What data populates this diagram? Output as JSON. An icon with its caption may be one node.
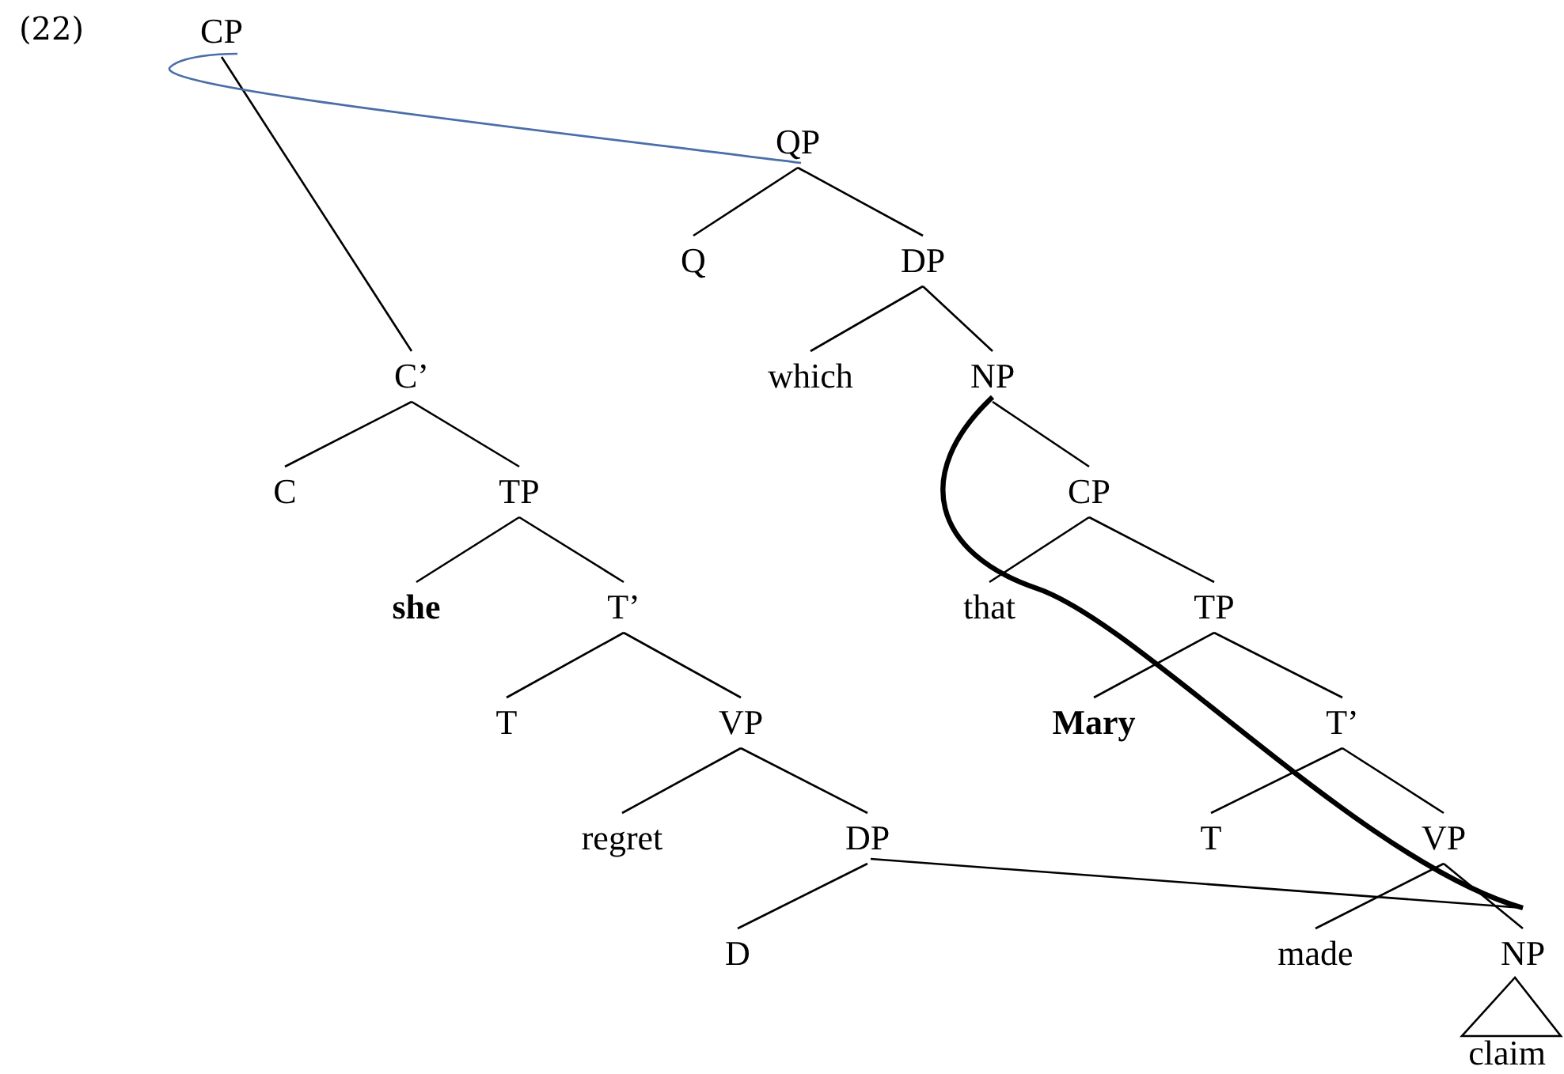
{
  "diagram": {
    "nodes": [
      {
        "text": [
          "CP"
        ]
      },
      {
        "text": [
          "QP"
        ]
      },
      {
        "text": [
          "Q"
        ]
      },
      {
        "text": [
          "DP"
        ]
      },
      {
        "text": [
          "which"
        ]
      },
      {
        "text": [
          "NP"
        ]
      },
      {
        "text": [
          "C’"
        ]
      },
      {
        "text": [
          "C"
        ]
      },
      {
        "text": [
          "TP"
        ]
      },
      {
        "text": [
          "she"
        ]
      },
      {
        "text": [
          "T’"
        ]
      },
      {
        "text": [
          "T"
        ]
      },
      {
        "text": [
          "VP"
        ]
      },
      {
        "text": [
          "regret"
        ]
      },
      {
        "text": [
          "DP"
        ]
      },
      {
        "text": [
          "D"
        ]
      },
      {
        "text": [
          "CP"
        ]
      },
      {
        "text": [
          "that"
        ]
      },
      {
        "text": [
          "TP"
        ]
      },
      {
        "text": [
          "Mary"
        ]
      },
      {
        "text": [
          "T’"
        ]
      },
      {
        "text": [
          "T"
        ]
      },
      {
        "text": [
          "VP"
        ]
      },
      {
        "text": [
          "made"
        ]
      },
      {
        "text": [
          "NP"
        ]
      },
      {
        "text": [
          "claim"
        ]
      }
    ],
    "edges": [
      {
        "from": 0,
        "to": 6,
        "arrow": "none"
      },
      {
        "from": 1,
        "to": 2,
        "arrow": "none"
      },
      {
        "from": 1,
        "to": 3,
        "arrow": "none"
      },
      {
        "from": 3,
        "to": 4,
        "arrow": "none"
      },
      {
        "from": 3,
        "to": 5,
        "arrow": "none"
      },
      {
        "from": 5,
        "to": 16,
        "arrow": "none"
      },
      {
        "from": 6,
        "to": 7,
        "arrow": "none"
      },
      {
        "from": 6,
        "to": 8,
        "arrow": "none"
      },
      {
        "from": 8,
        "to": 9,
        "arrow": "none"
      },
      {
        "from": 8,
        "to": 10,
        "arrow": "none"
      },
      {
        "from": 10,
        "to": 11,
        "arrow": "none"
      },
      {
        "from": 10,
        "to": 12,
        "arrow": "none"
      },
      {
        "from": 12,
        "to": 13,
        "arrow": "none"
      },
      {
        "from": 12,
        "to": 14,
        "arrow": "none"
      },
      {
        "from": 14,
        "to": 15,
        "arrow": "none"
      },
      {
        "from": 16,
        "to": 17,
        "arrow": "none"
      },
      {
        "from": 16,
        "to": 18,
        "arrow": "none"
      },
      {
        "from": 18,
        "to": 19,
        "arrow": "none"
      },
      {
        "from": 18,
        "to": 20,
        "arrow": "none"
      },
      {
        "from": 20,
        "to": 21,
        "arrow": "none"
      },
      {
        "from": 20,
        "to": 22,
        "arrow": "none"
      },
      {
        "from": 22,
        "to": 23,
        "arrow": "none"
      },
      {
        "from": 22,
        "to": 24,
        "arrow": "none"
      },
      {
        "from": 24,
        "to": 25,
        "arrow": "none"
      },
      {
        "from": 1,
        "to": 0,
        "arrow": "none",
        "color": "#4a6ea8"
      },
      {
        "from": 14,
        "to": 24,
        "arrow": "none"
      },
      {
        "from": 5,
        "to": 24,
        "arrow": "none",
        "style": "thick"
      }
    ],
    "labels": [
      "(22)"
    ]
  }
}
